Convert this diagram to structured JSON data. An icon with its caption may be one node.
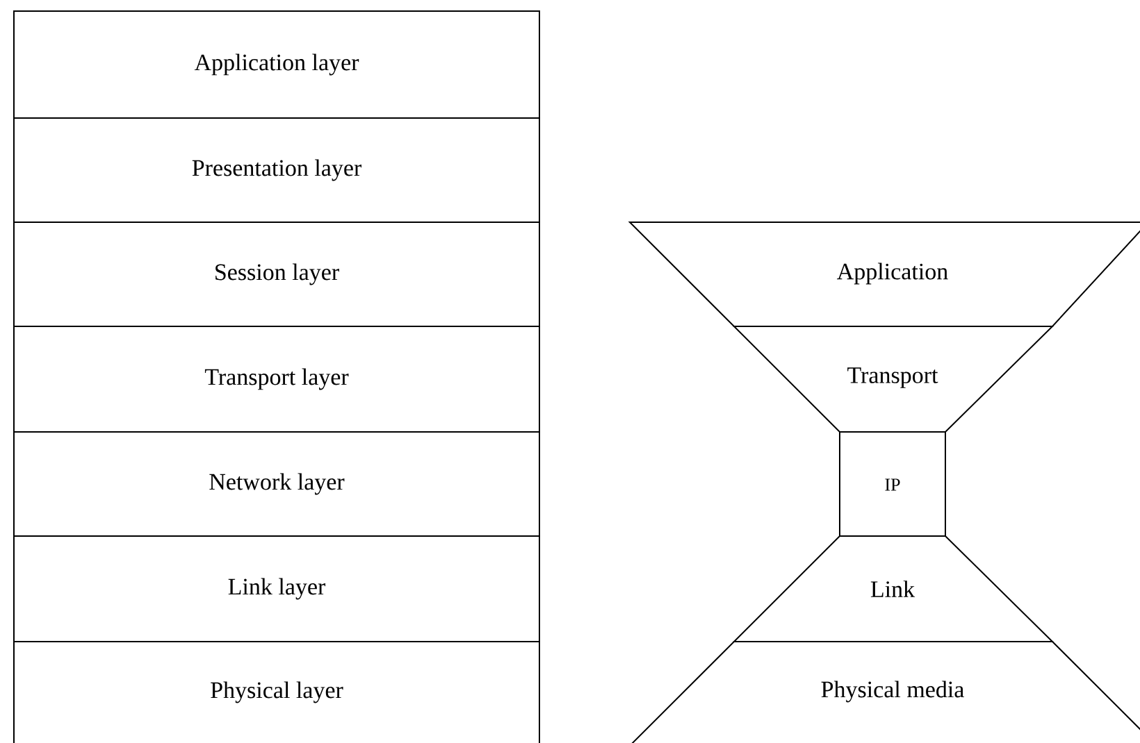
{
  "diagram": {
    "nodes": [
      {
        "text": [
          "Application layer"
        ]
      },
      {
        "text": [
          "Presentation layer"
        ]
      },
      {
        "text": [
          "Session layer"
        ]
      },
      {
        "text": [
          "Transport layer"
        ]
      },
      {
        "text": [
          "Network layer"
        ]
      },
      {
        "text": [
          "Link layer"
        ]
      },
      {
        "text": [
          "Physical layer"
        ]
      },
      {
        "text": [
          "Application"
        ]
      },
      {
        "text": [
          "Transport"
        ]
      },
      {
        "text": [
          "IP"
        ]
      },
      {
        "text": [
          "Link"
        ]
      },
      {
        "text": [
          "Physical media"
        ]
      }
    ]
  }
}
